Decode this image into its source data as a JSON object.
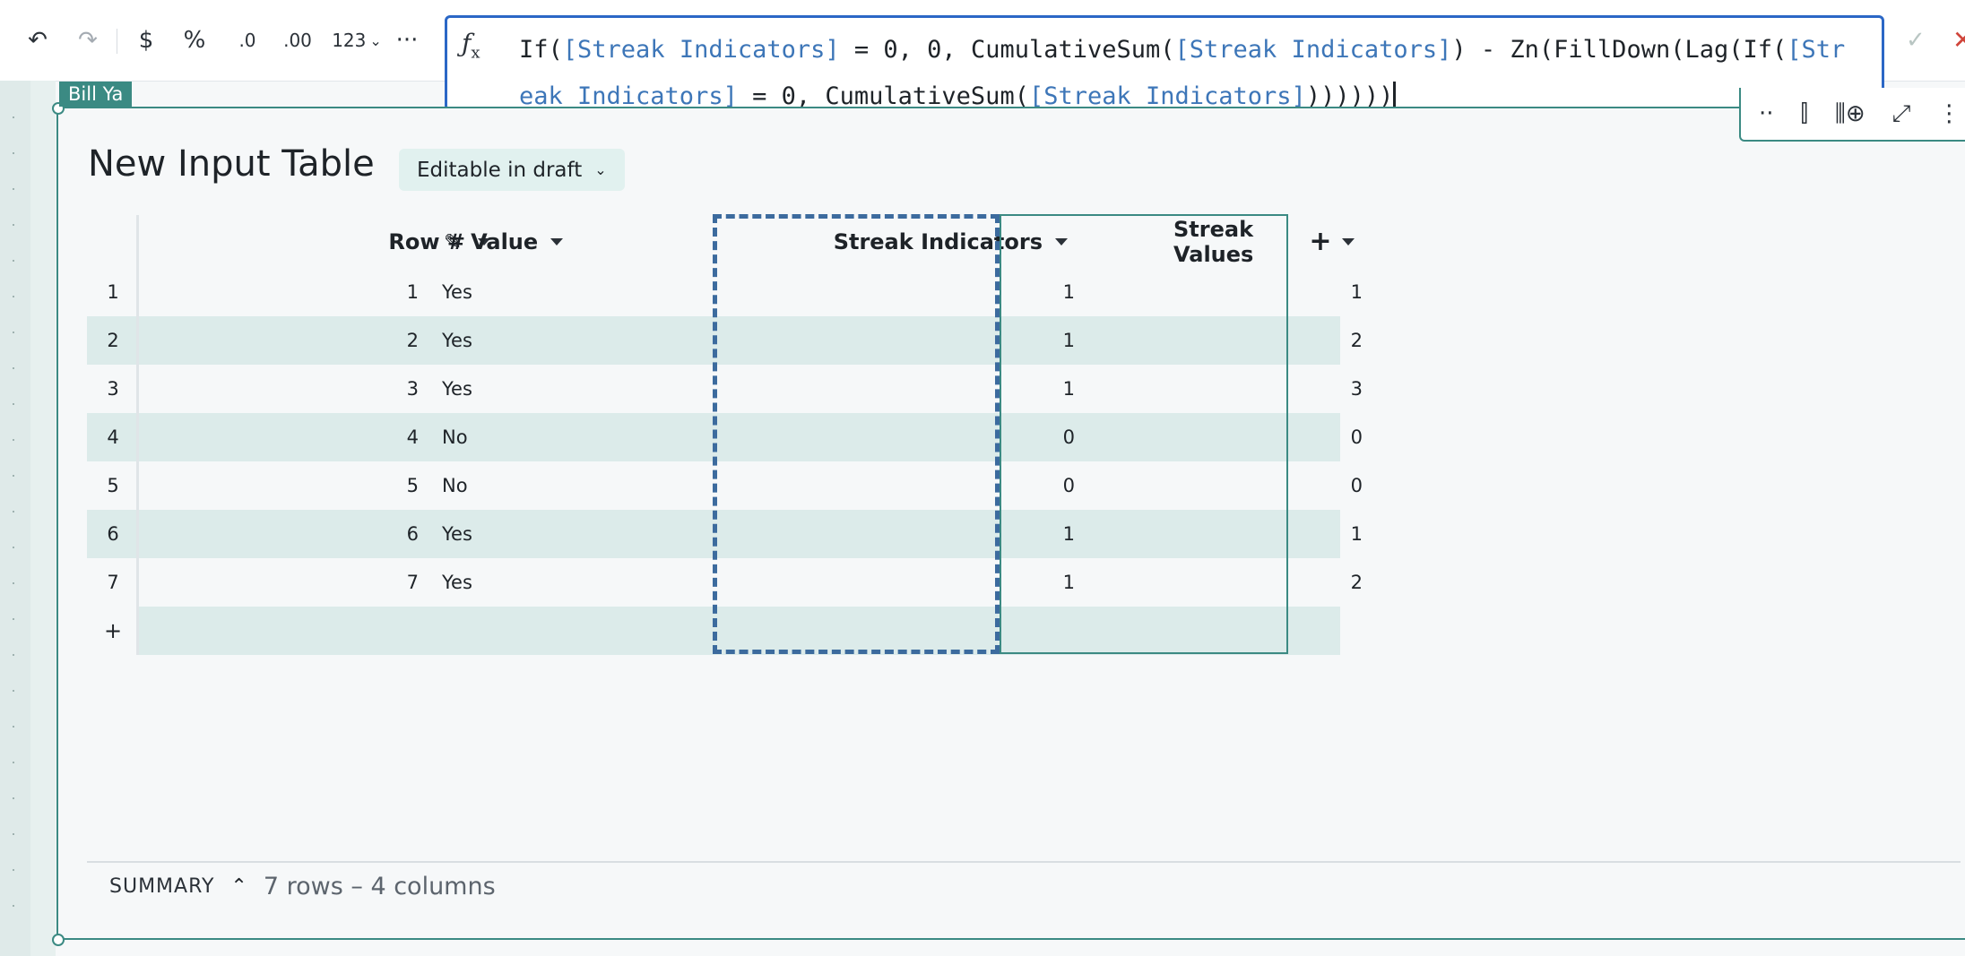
{
  "toolbar": {
    "undo_icon": "↶",
    "redo_icon": "↷",
    "currency_label": "$",
    "percent_label": "%",
    "decrease_decimals_label": ".0",
    "increase_decimals_label": ".00",
    "number_format_label": "123",
    "more_icon": "···"
  },
  "formula": {
    "fx_label": "ƒ",
    "fx_sub": "x",
    "parts": [
      {
        "t": "If(",
        "ref": false
      },
      {
        "t": "[Streak Indicators]",
        "ref": true
      },
      {
        "t": " = 0, 0, CumulativeSum(",
        "ref": false
      },
      {
        "t": "[Streak Indicators]",
        "ref": true
      },
      {
        "t": ") - Zn(FillDown(Lag(If(",
        "ref": false
      },
      {
        "t": "[Streak Indicators]",
        "ref": true
      },
      {
        "t": " = 0, CumulativeSum(",
        "ref": false
      },
      {
        "t": "[Streak Indicators]",
        "ref": true
      },
      {
        "t": "))))))",
        "ref": false
      }
    ],
    "confirm_icon": "✓",
    "cancel_icon": "✕"
  },
  "element": {
    "owner_tag": "Bill Ya",
    "title": "New Input Table",
    "status_label": "Editable in draft",
    "mini_toolbar": {
      "drag_icon": "··",
      "pin_icon": "⫿",
      "add_column_icon": "⫼⊕",
      "expand_icon": "⤢",
      "more_icon": "⋮"
    }
  },
  "table": {
    "columns": [
      {
        "name": "Row #",
        "align": "right"
      },
      {
        "name": "Value",
        "align": "left",
        "editable": true
      },
      {
        "name": "Streak Indicators",
        "align": "right"
      },
      {
        "name": "Streak Values",
        "align": "right"
      }
    ],
    "add_column_label": "+",
    "rows": [
      {
        "n": "1",
        "row": "1",
        "value": "Yes",
        "indicator": "1",
        "streak": "1"
      },
      {
        "n": "2",
        "row": "2",
        "value": "Yes",
        "indicator": "1",
        "streak": "2"
      },
      {
        "n": "3",
        "row": "3",
        "value": "Yes",
        "indicator": "1",
        "streak": "3"
      },
      {
        "n": "4",
        "row": "4",
        "value": "No",
        "indicator": "0",
        "streak": "0"
      },
      {
        "n": "5",
        "row": "5",
        "value": "No",
        "indicator": "0",
        "streak": "0"
      },
      {
        "n": "6",
        "row": "6",
        "value": "Yes",
        "indicator": "1",
        "streak": "1"
      },
      {
        "n": "7",
        "row": "7",
        "value": "Yes",
        "indicator": "1",
        "streak": "2"
      }
    ],
    "add_row_label": "+"
  },
  "summary": {
    "label": "SUMMARY",
    "toggle_icon": "⌃",
    "counts": "7 rows – 4 columns"
  },
  "colors": {
    "accent_teal": "#3b8a83",
    "selection_blue": "#3c6b9e",
    "formula_border": "#2b67c6",
    "ref_blue": "#3d76b8",
    "cancel_red": "#d0453b"
  }
}
